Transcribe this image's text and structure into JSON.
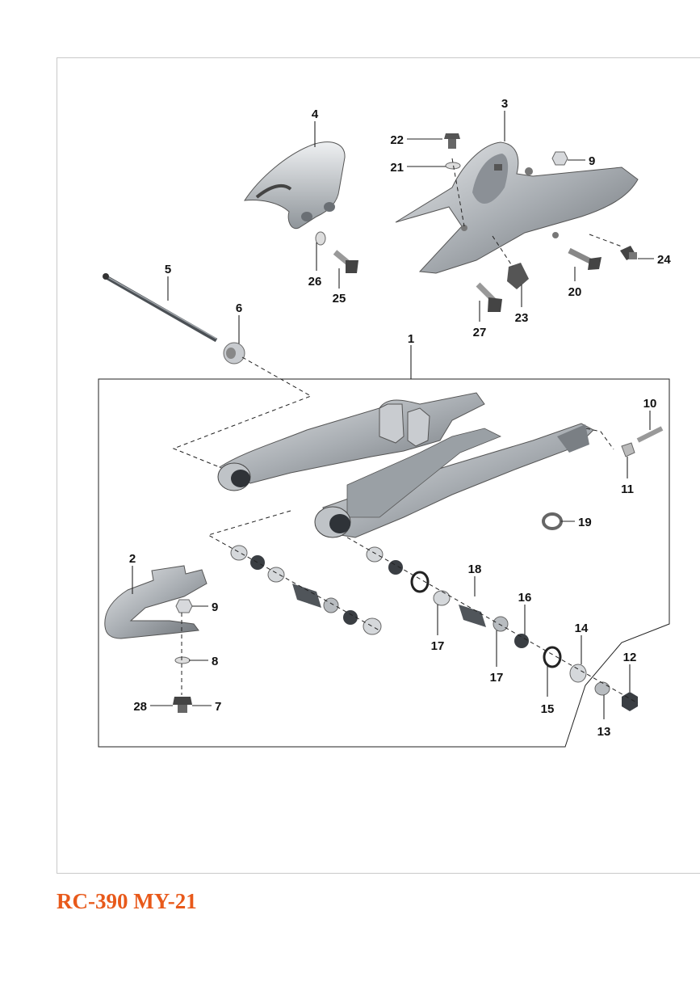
{
  "footer": {
    "model_label": "RC-390 MY-21",
    "color": "#e8591a"
  },
  "colors": {
    "part_fill": "#cfd2d6",
    "part_dark": "#6d7278",
    "part_mid": "#9ea3a8",
    "line": "#222222"
  },
  "callouts": {
    "p1": "1",
    "p2": "2",
    "p3": "3",
    "p4": "4",
    "p5": "5",
    "p6": "6",
    "p7": "7",
    "p8": "8",
    "p9a": "9",
    "p9b": "9",
    "p10": "10",
    "p11": "11",
    "p12": "12",
    "p13": "13",
    "p14": "14",
    "p15": "15",
    "p16": "16",
    "p17a": "17",
    "p17b": "17",
    "p18": "18",
    "p19": "19",
    "p20": "20",
    "p21": "21",
    "p22": "22",
    "p23": "23",
    "p24": "24",
    "p25": "25",
    "p26": "26",
    "p27": "27",
    "p28": "28"
  }
}
